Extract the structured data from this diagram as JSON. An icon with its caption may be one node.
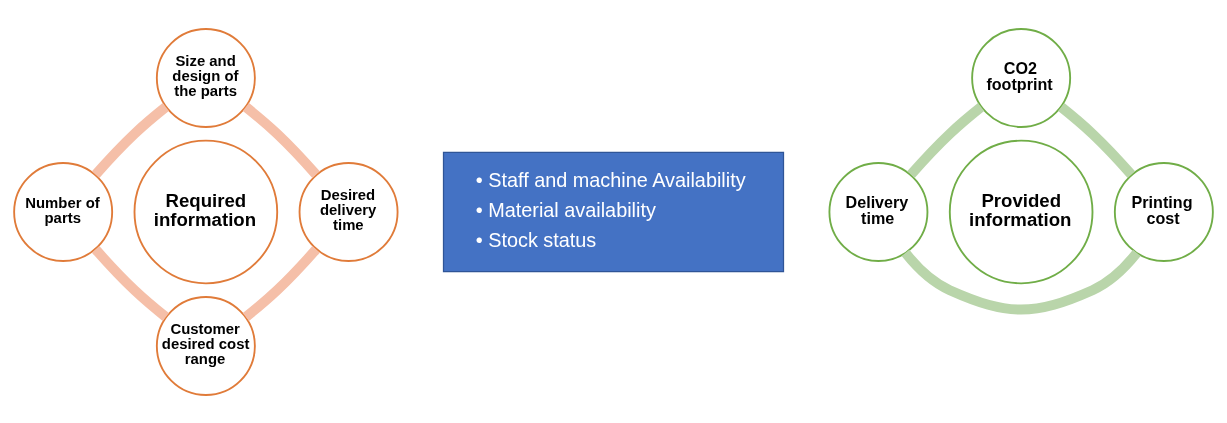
{
  "diagram": {
    "nodes": [
      {
        "text": [
          "Size and design of the parts"
        ]
      },
      {
        "text": [
          "Number of parts"
        ]
      },
      {
        "text": [
          "Required information"
        ]
      },
      {
        "text": [
          "Desired delivery time"
        ]
      },
      {
        "text": [
          "Customer desired cost range"
        ]
      },
      {
        "text": [
          "• Staff and machine Availability",
          "• Material availability",
          "• Stock status"
        ]
      },
      {
        "text": [
          "CO2 footprint"
        ]
      },
      {
        "text": [
          "Provided information"
        ]
      },
      {
        "text": [
          "Delivery time"
        ]
      },
      {
        "text": [
          "Printing cost"
        ]
      }
    ],
    "edges": [
      {
        "from": 0,
        "to": 3,
        "arrow": "none",
        "color": "#f5bfa8"
      },
      {
        "from": 3,
        "to": 4,
        "arrow": "none",
        "color": "#f5bfa8"
      },
      {
        "from": 4,
        "to": 1,
        "arrow": "none",
        "color": "#f5bfa8"
      },
      {
        "from": 1,
        "to": 0,
        "arrow": "none",
        "color": "#f5bfa8"
      },
      {
        "from": 6,
        "to": 9,
        "arrow": "none",
        "color": "#b9d5aa"
      },
      {
        "from": 9,
        "to": 8,
        "arrow": "none",
        "color": "#b9d5aa"
      },
      {
        "from": 8,
        "to": 6,
        "arrow": "none",
        "color": "#b9d5aa"
      }
    ]
  }
}
